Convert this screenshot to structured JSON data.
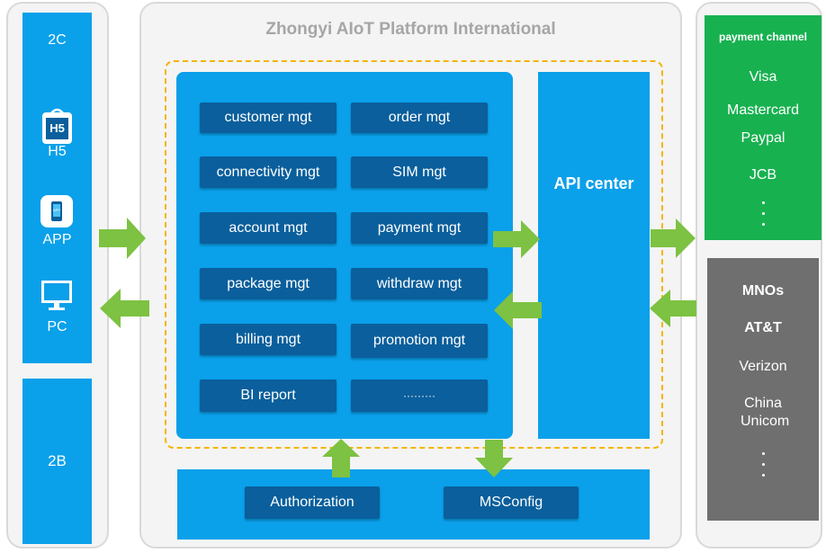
{
  "left": {
    "top_label": "2C",
    "items": [
      {
        "label": "H5",
        "icon": "h5-badge-icon",
        "badge": "H5"
      },
      {
        "label": "APP",
        "icon": "mobile-app-icon",
        "badge": "APP"
      },
      {
        "label": "PC",
        "icon": "monitor-icon"
      }
    ],
    "bottom_label": "2B"
  },
  "platform": {
    "title": "Zhongyi AIoT Platform International",
    "modules": [
      "customer mgt",
      "order mgt",
      "connectivity mgt",
      "SIM mgt",
      "account mgt",
      "payment mgt",
      "package mgt",
      "withdraw mgt",
      "billing mgt",
      "promotion mgt",
      "BI report",
      "·········"
    ],
    "api_center": "API center",
    "bottom": [
      "Authorization",
      "MSConfig"
    ]
  },
  "payment": {
    "title": "payment channel",
    "items": [
      "Visa",
      "Mastercard",
      "Paypal",
      "JCB"
    ]
  },
  "mnos": {
    "title": "MNOs",
    "items": [
      "AT&T",
      "Verizon",
      "China Unicom"
    ]
  },
  "colors": {
    "blue": "#0aa0ea",
    "dark_blue": "#0a5f9c",
    "green_arrow": "#7dc242",
    "payment_green": "#18b150",
    "mno_gray": "#6f6f6f",
    "dashed_border": "#f5b400"
  }
}
